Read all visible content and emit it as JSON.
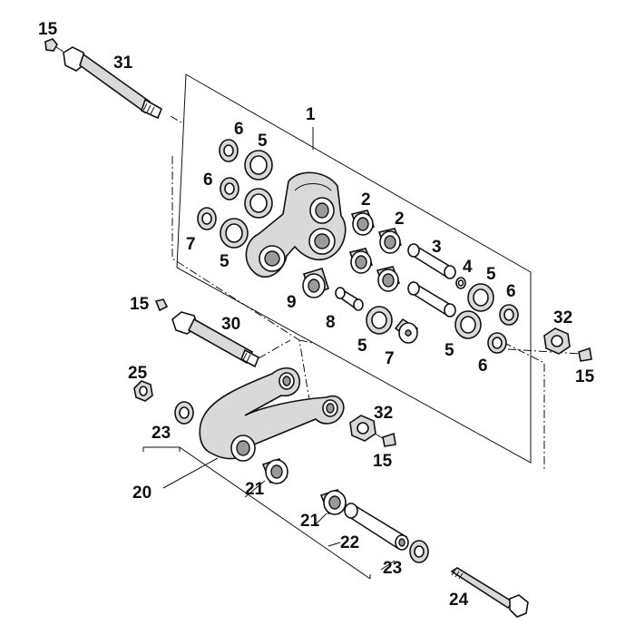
{
  "diagram": {
    "callouts": {
      "p15a": "15",
      "p31": "31",
      "p1": "1",
      "p6a": "6",
      "p5a": "5",
      "p6b": "6",
      "p7a": "7",
      "p5b": "5",
      "p2a": "2",
      "p2b": "2",
      "p3": "3",
      "p4": "4",
      "p5c": "5",
      "p6c": "6",
      "p15b": "15",
      "p30": "30",
      "p9": "9",
      "p8": "8",
      "p5d": "5",
      "p7b": "7",
      "p5e": "5",
      "p6d": "6",
      "p32a": "32",
      "p15c": "15",
      "p25": "25",
      "p23a": "23",
      "p32b": "32",
      "p15d": "15",
      "p20": "20",
      "p21a": "21",
      "p21b": "21",
      "p22": "22",
      "p23b": "23",
      "p24": "24"
    }
  }
}
